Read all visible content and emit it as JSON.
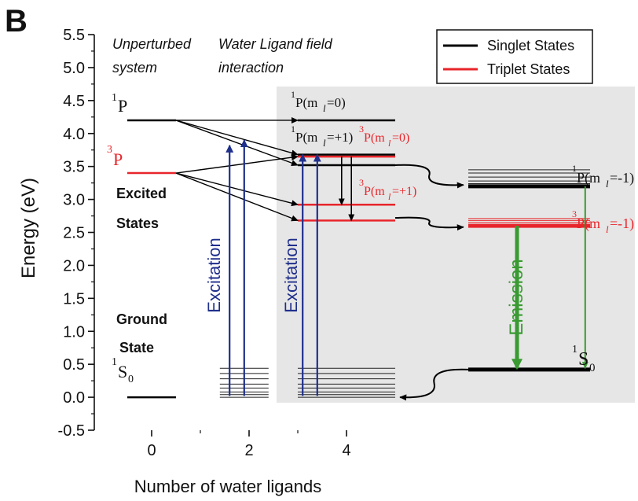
{
  "panel_label": "B",
  "chart_data": {
    "type": "diagram",
    "ylabel": "Energy (eV)",
    "xlabel": "Number of water ligands",
    "ylim": [
      -0.5,
      5.5
    ],
    "xlim": [
      -1,
      10.5
    ],
    "y_ticks": [
      "-0.5",
      "0.0",
      "0.5",
      "1.0",
      "1.5",
      "2.0",
      "2.5",
      "3.0",
      "3.5",
      "4.0",
      "4.5",
      "5.0",
      "5.5"
    ],
    "x_ticks": [
      {
        "x": 0,
        "label": "0"
      },
      {
        "x": 2,
        "label": "2"
      },
      {
        "x": 4,
        "label": "4"
      }
    ],
    "legend": [
      {
        "label": "Singlet States",
        "color": "#000000"
      },
      {
        "label": "Triplet States",
        "color": "#e8252b"
      }
    ],
    "colors": {
      "singlet": "#000000",
      "triplet": "#e8252b",
      "excitation": "#1f2f8c",
      "emission": "#3a9a32",
      "shade": "#e6e6e6"
    },
    "column_headers": {
      "unperturbed": [
        "Unperturbed",
        "system"
      ],
      "ligand": [
        "Water Ligand field",
        "interaction"
      ]
    },
    "labels": {
      "p1": "P",
      "p3": "P",
      "excited": [
        "Excited",
        "States"
      ],
      "ground": [
        "Ground",
        "State"
      ],
      "s0_left": "S",
      "s0_left_sub": "0",
      "s0_right": "S",
      "s0_right_sub": "0",
      "m0_singlet": "P(m",
      "m0_singlet_tail": "=0)",
      "m1_singlet": "P(m",
      "m1_singlet_tail": "=+1)",
      "m0_triplet": "P(m",
      "m0_triplet_tail": "=0)",
      "m1_triplet": "P(m",
      "m1_triplet_tail": "=+1)",
      "mm1_singlet": "P(m",
      "mm1_singlet_tail": "=-1)",
      "mm1_triplet": "P(m",
      "mm1_triplet_tail": "=-1)",
      "ml_sub": "l",
      "sup1": "1",
      "sup3": "3",
      "excitation_1": "Excitation",
      "excitation_2": "Excitation",
      "emission": "Emission"
    },
    "levels": [
      {
        "kind": "singlet",
        "x": [
          -0.5,
          0.5
        ],
        "y": 4.2,
        "label": "1P"
      },
      {
        "kind": "triplet",
        "x": [
          -0.5,
          0.5
        ],
        "y": 3.4,
        "label": "3P"
      },
      {
        "kind": "singlet",
        "x": [
          -0.5,
          0.5
        ],
        "y": 0.0,
        "label": "1S0"
      },
      {
        "kind": "singlet",
        "x": [
          3.0,
          5.0
        ],
        "y": 4.2,
        "label": "1P(ml=0)"
      },
      {
        "kind": "singlet",
        "x": [
          3.0,
          5.0
        ],
        "y": 3.68,
        "label": "1P(ml=+1)"
      },
      {
        "kind": "triplet",
        "x": [
          3.0,
          5.0
        ],
        "y": 3.65,
        "label": "3P(ml=0)"
      },
      {
        "kind": "singlet",
        "x": [
          3.0,
          5.0
        ],
        "y": 3.52,
        "label": ""
      },
      {
        "kind": "triplet",
        "x": [
          3.0,
          5.0
        ],
        "y": 2.92,
        "label": "3P(ml=+1)"
      },
      {
        "kind": "triplet",
        "x": [
          3.0,
          5.0
        ],
        "y": 2.68,
        "label": ""
      },
      {
        "kind": "singlet",
        "x": [
          6.5,
          9.0
        ],
        "y": 3.2,
        "label": "1P(ml=-1)"
      },
      {
        "kind": "triplet",
        "x": [
          6.5,
          9.0
        ],
        "y": 2.6,
        "label": "3P(ml=-1)"
      },
      {
        "kind": "singlet",
        "x": [
          6.5,
          9.0
        ],
        "y": 0.42,
        "label": "1S0"
      }
    ],
    "ground_manifolds": [
      {
        "x": [
          1.4,
          2.4
        ],
        "y": [
          0.0,
          0.04,
          0.08,
          0.14,
          0.2,
          0.28,
          0.36,
          0.44
        ]
      },
      {
        "x": [
          3.0,
          5.0
        ],
        "y": [
          0.0,
          0.04,
          0.08,
          0.14,
          0.2,
          0.28,
          0.36,
          0.44
        ]
      }
    ],
    "state_manifolds": [
      {
        "x": [
          6.5,
          9.0
        ],
        "y": [
          3.45,
          3.4,
          3.34,
          3.28,
          3.24
        ]
      },
      {
        "x": [
          6.5,
          9.0
        ],
        "y": [
          2.71,
          2.68,
          2.65,
          2.62
        ]
      }
    ],
    "excitation_arrows": [
      {
        "x": 1.6,
        "y0": 0.02,
        "y1": 3.82
      },
      {
        "x": 1.9,
        "y0": 0.02,
        "y1": 3.9
      },
      {
        "x": 3.1,
        "y0": 0.02,
        "y1": 3.68
      },
      {
        "x": 3.4,
        "y0": 0.02,
        "y1": 3.68
      }
    ],
    "splitting_arrows": [
      {
        "x0": 0.5,
        "y0": 4.2,
        "x1": 3.0,
        "y1": 4.2
      },
      {
        "x0": 0.5,
        "y0": 4.2,
        "x1": 3.0,
        "y1": 3.68
      },
      {
        "x0": 0.5,
        "y0": 4.2,
        "x1": 3.0,
        "y1": 3.52
      },
      {
        "x0": 0.5,
        "y0": 3.4,
        "x1": 3.0,
        "y1": 3.65
      },
      {
        "x0": 0.5,
        "y0": 3.4,
        "x1": 3.0,
        "y1": 2.92
      },
      {
        "x0": 0.5,
        "y0": 3.4,
        "x1": 3.0,
        "y1": 2.68
      }
    ],
    "relaxation_arrows": [
      {
        "x": 3.9,
        "y0": 3.65,
        "y1": 2.92
      },
      {
        "x": 4.1,
        "y0": 3.65,
        "y1": 2.68
      }
    ],
    "emission_arrows": [
      {
        "x": 7.5,
        "y0": 2.6,
        "y1": 0.44,
        "width": 5
      },
      {
        "x": 8.9,
        "y0": 3.2,
        "y1": 0.44,
        "width": 2
      }
    ],
    "curved_arrows": [
      {
        "from": [
          5.0,
          3.52
        ],
        "to": [
          6.4,
          3.22
        ]
      },
      {
        "from": [
          5.0,
          2.72
        ],
        "to": [
          6.4,
          2.58
        ]
      },
      {
        "from": [
          6.5,
          0.42
        ],
        "to": [
          5.1,
          0.0
        ]
      }
    ]
  }
}
